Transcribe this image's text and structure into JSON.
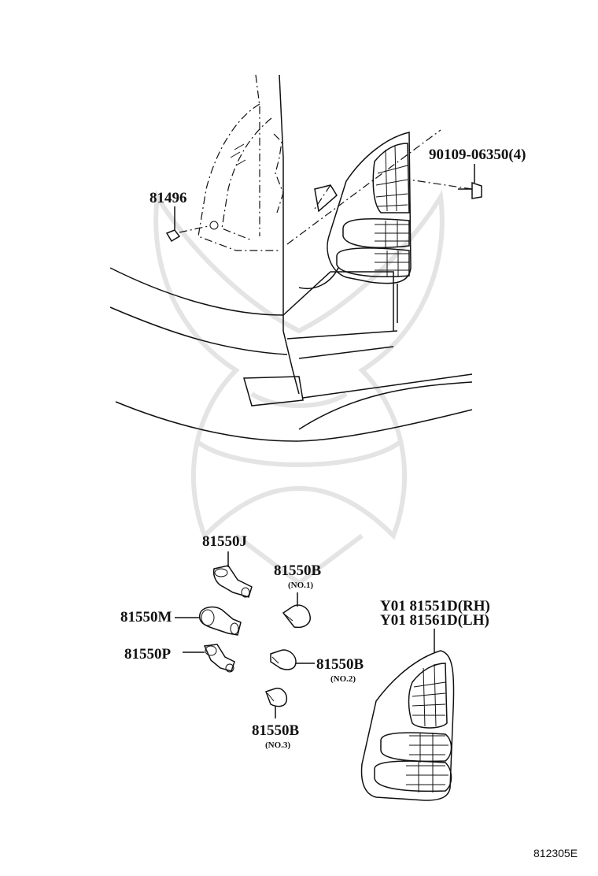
{
  "callouts": {
    "screw": "90109-06350(4)",
    "clip": "81496",
    "socket_j": "81550J",
    "bulb_b1": "81550B",
    "bulb_b1_note": "(NO.1)",
    "socket_m": "81550M",
    "socket_p": "81550P",
    "bulb_b2": "81550B",
    "bulb_b2_note": "(NO.2)",
    "bulb_b3": "81550B",
    "bulb_b3_note": "(NO.3)",
    "lamp_rh": "Y01 81551D(RH)",
    "lamp_lh": "Y01 81561D(LH)"
  },
  "diagram_code": "812305E"
}
